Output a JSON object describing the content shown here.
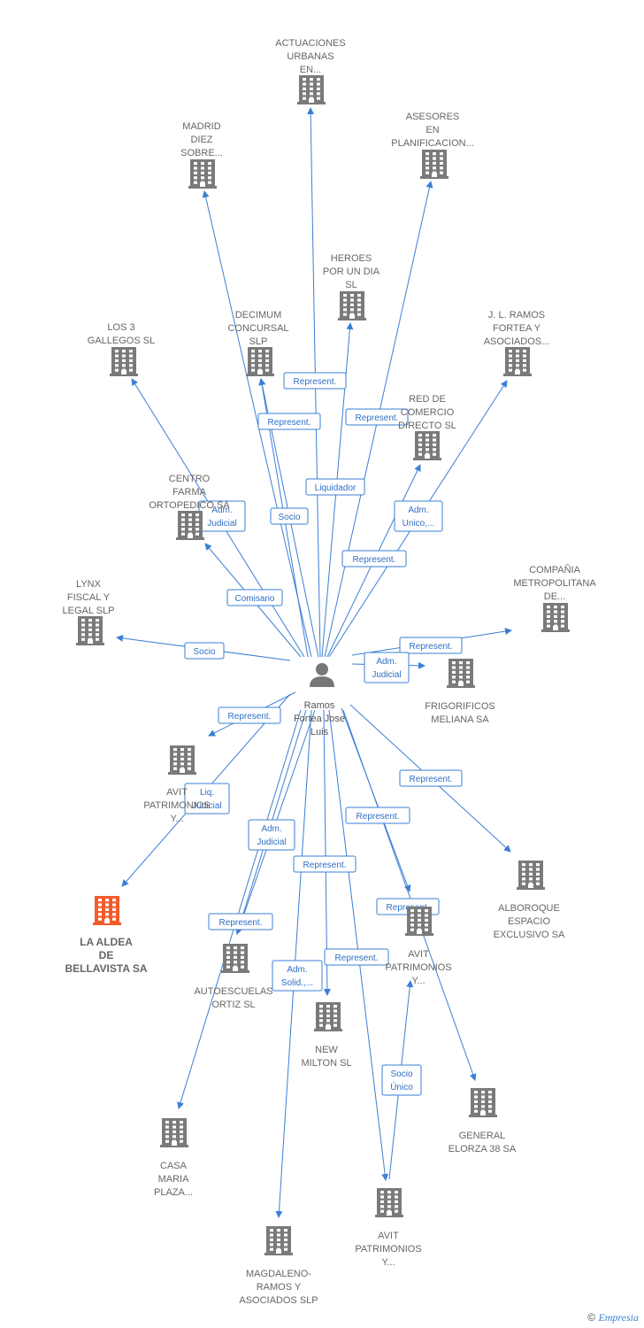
{
  "colors": {
    "edge": "#3a7fd5",
    "building": "#7a7a7a",
    "building_highlight": "#f25c2a",
    "person": "#777777"
  },
  "center": {
    "id": "center",
    "lines": [
      "Ramos",
      "Fortea Jose",
      "Luis"
    ],
    "icon": "person-icon"
  },
  "nodes": [
    {
      "id": "actuaciones",
      "lines": [
        "ACTUACIONES",
        "URBANAS",
        "EN..."
      ],
      "icon": "building-icon"
    },
    {
      "id": "madrid",
      "lines": [
        "MADRID",
        "DIEZ",
        "SOBRE..."
      ],
      "icon": "building-icon"
    },
    {
      "id": "asesores",
      "lines": [
        "ASESORES",
        "EN",
        "PLANIFICACION..."
      ],
      "icon": "building-icon"
    },
    {
      "id": "heroes",
      "lines": [
        "HEROES",
        "POR UN DIA",
        "SL"
      ],
      "icon": "building-icon"
    },
    {
      "id": "decimum",
      "lines": [
        "DECIMUM",
        "CONCURSAL",
        "SLP"
      ],
      "icon": "building-icon"
    },
    {
      "id": "los3",
      "lines": [
        "LOS 3",
        "GALLEGOS SL"
      ],
      "icon": "building-icon"
    },
    {
      "id": "jlramos",
      "lines": [
        "J. L. RAMOS",
        "FORTEA Y",
        "ASOCIADOS..."
      ],
      "icon": "building-icon"
    },
    {
      "id": "redcomercio",
      "lines": [
        "RED DE",
        "COMERCIO",
        "DIRECTO SL"
      ],
      "icon": "building-icon"
    },
    {
      "id": "centrofarma",
      "lines": [
        "CENTRO",
        "FARMA",
        "ORTOPEDICO SA"
      ],
      "icon": "building-icon"
    },
    {
      "id": "lynx",
      "lines": [
        "LYNX",
        "FISCAL Y",
        "LEGAL  SLP"
      ],
      "icon": "building-icon"
    },
    {
      "id": "compania",
      "lines": [
        "COMPAÑIA",
        "METROPOLITANA",
        "DE..."
      ],
      "icon": "building-icon"
    },
    {
      "id": "frigorificos",
      "lines": [
        "FRIGORIFICOS",
        "MELIANA SA"
      ],
      "icon": "building-icon"
    },
    {
      "id": "avitleft",
      "lines": [
        "AVIT",
        "PATRIMONIOS",
        "Y..."
      ],
      "icon": "building-icon"
    },
    {
      "id": "laaldea",
      "lines": [
        "LA ALDEA",
        "DE",
        "BELLAVISTA SA"
      ],
      "icon": "building-icon",
      "highlight": true
    },
    {
      "id": "alboroque",
      "lines": [
        "ALBOROQUE",
        "ESPACIO",
        "EXCLUSIVO SA"
      ],
      "icon": "building-icon"
    },
    {
      "id": "avitmid",
      "lines": [
        "AVIT",
        "PATRIMONIOS",
        "Y..."
      ],
      "icon": "building-icon"
    },
    {
      "id": "autoescuelas",
      "lines": [
        "AUTOESCUELAS",
        "ORTIZ SL"
      ],
      "icon": "building-icon"
    },
    {
      "id": "newmilton",
      "lines": [
        "NEW",
        "MILTON SL"
      ],
      "icon": "building-icon"
    },
    {
      "id": "general",
      "lines": [
        "GENERAL",
        "ELORZA 38 SA"
      ],
      "icon": "building-icon"
    },
    {
      "id": "casamaria",
      "lines": [
        "CASA",
        "MARIA",
        "PLAZA..."
      ],
      "icon": "building-icon"
    },
    {
      "id": "avitbottom",
      "lines": [
        "AVIT",
        "PATRIMONIOS",
        "Y..."
      ],
      "icon": "building-icon"
    },
    {
      "id": "magdaleno",
      "lines": [
        "MAGDALENO-",
        "RAMOS Y",
        "ASOCIADOS SLP"
      ],
      "icon": "building-icon"
    }
  ],
  "edges": [
    {
      "from": "center",
      "to": "actuaciones"
    },
    {
      "from": "center",
      "to": "madrid",
      "lines": [
        "Represent."
      ]
    },
    {
      "from": "center",
      "to": "asesores",
      "lines": [
        "Represent."
      ]
    },
    {
      "from": "center",
      "to": "heroes",
      "lines": [
        "Liquidador"
      ]
    },
    {
      "from": "center",
      "to": "decimum",
      "lines": [
        "Represent."
      ]
    },
    {
      "from": "center",
      "to": "decimum",
      "lines": [
        "Socio"
      ]
    },
    {
      "from": "center",
      "to": "los3",
      "lines": [
        "Adm.",
        "Judicial"
      ]
    },
    {
      "from": "center",
      "to": "jlramos",
      "lines": [
        "Adm.",
        "Unico,..."
      ]
    },
    {
      "from": "center",
      "to": "redcomercio",
      "lines": [
        "Represent."
      ]
    },
    {
      "from": "center",
      "to": "centrofarma",
      "lines": [
        "Comisario"
      ]
    },
    {
      "from": "center",
      "to": "lynx",
      "lines": [
        "Socio"
      ]
    },
    {
      "from": "center",
      "to": "compania",
      "lines": [
        "Represent."
      ]
    },
    {
      "from": "center",
      "to": "frigorificos",
      "lines": [
        "Adm.",
        "Judicial"
      ]
    },
    {
      "from": "center",
      "to": "avitleft",
      "lines": [
        "Represent."
      ]
    },
    {
      "from": "center",
      "to": "laaldea",
      "lines": [
        "Liq.",
        "Judicial"
      ]
    },
    {
      "from": "center",
      "to": "alboroque",
      "lines": [
        "Represent."
      ]
    },
    {
      "from": "center",
      "to": "avitmid",
      "lines": [
        "Represent."
      ]
    },
    {
      "from": "center",
      "to": "autoescuelas",
      "lines": [
        "Adm.",
        "Judicial"
      ]
    },
    {
      "from": "center",
      "to": "autoescuelas",
      "lines": [
        "Represent."
      ]
    },
    {
      "from": "center",
      "to": "newmilton",
      "lines": [
        "Represent."
      ]
    },
    {
      "from": "center",
      "to": "general",
      "lines": [
        "Represent."
      ]
    },
    {
      "from": "center",
      "to": "casamaria"
    },
    {
      "from": "center",
      "to": "magdaleno",
      "lines": [
        "Adm.",
        "Solid.,..."
      ]
    },
    {
      "from": "center",
      "to": "avitbottom",
      "lines": [
        "Represent."
      ]
    },
    {
      "from": "avitbottom",
      "to": "avitmid",
      "lines": [
        "Socio",
        "Único"
      ]
    }
  ],
  "footer": {
    "copyright": "©",
    "brand": "Empresia"
  }
}
